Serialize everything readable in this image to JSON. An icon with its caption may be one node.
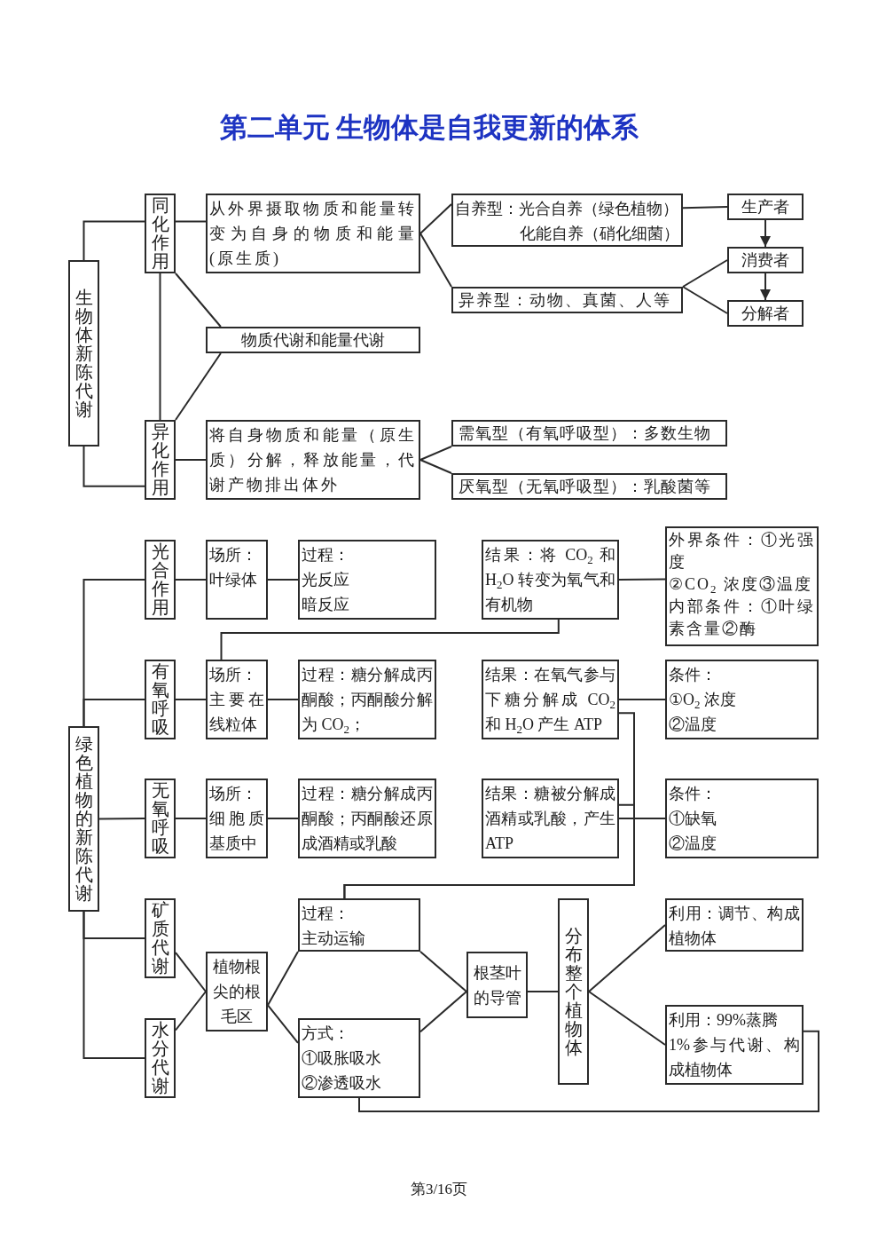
{
  "diagram": {
    "title": "第二单元 生物体是自我更新的体系",
    "nodes": [
      {
        "text": [
          "生物体新陈代谢"
        ]
      },
      {
        "text": [
          "同化作用"
        ]
      },
      {
        "text": [
          "从外界摄取物质和能量转变为自身的物质和能量(原生质)"
        ]
      },
      {
        "text": [
          "自养型：光合自养（绿色植物）",
          "化能自养（硝化细菌）"
        ]
      },
      {
        "text": [
          "生产者"
        ]
      },
      {
        "text": [
          "消费者"
        ]
      },
      {
        "text": [
          "异养型：动物、真菌、人等"
        ]
      },
      {
        "text": [
          "分解者"
        ]
      },
      {
        "text": [
          "物质代谢和能量代谢"
        ]
      },
      {
        "text": [
          "异化作用"
        ]
      },
      {
        "text": [
          "将自身物质和能量（原生质）分解，释放能量，代谢产物排出体外"
        ]
      },
      {
        "text": [
          "需氧型（有氧呼吸型）：多数生物"
        ]
      },
      {
        "text": [
          "厌氧型（无氧呼吸型）：乳酸菌等"
        ]
      },
      {
        "text": [
          "绿色植物的新陈代谢"
        ]
      },
      {
        "text": [
          "光合作用"
        ]
      },
      {
        "text": [
          "场所：",
          "叶绿体"
        ]
      },
      {
        "text": [
          "过程：",
          "光反应",
          "暗反应"
        ]
      },
      {
        "text": [
          "结果：将 CO$_{2}$ 和 H$_{2}$O 转变为氧气和有机物"
        ]
      },
      {
        "text": [
          "外界条件：①光强度",
          "②CO$_{2}$ 浓度③温度",
          "内部条件：①叶绿素含量②酶"
        ]
      },
      {
        "text": [
          "有氧呼吸"
        ]
      },
      {
        "text": [
          "场所：",
          "主要在线粒体"
        ]
      },
      {
        "text": [
          "过程：糖分解成丙酮酸；丙酮酸分解为 CO$_{2}$；"
        ]
      },
      {
        "text": [
          "结果：在氧气参与下糖分解成 CO$_{2}$ 和 H$_{2}$O 产生 ATP"
        ]
      },
      {
        "text": [
          "条件：",
          "①O$_{2}$ 浓度",
          "②温度"
        ]
      },
      {
        "text": [
          "无氧呼吸"
        ]
      },
      {
        "text": [
          "场所：",
          "细胞质基质中"
        ]
      },
      {
        "text": [
          "过程：糖分解成丙酮酸；丙酮酸还原成酒精或乳酸"
        ]
      },
      {
        "text": [
          "结果：糖被分解成酒精或乳酸，产生ATP"
        ]
      },
      {
        "text": [
          "条件：",
          "①缺氧",
          "②温度"
        ]
      },
      {
        "text": [
          "矿质代谢"
        ]
      },
      {
        "text": [
          "水分代谢"
        ]
      },
      {
        "text": [
          "植物根尖的根毛区"
        ]
      },
      {
        "text": [
          "过程：",
          "主动运输"
        ]
      },
      {
        "text": [
          "方式：",
          "①吸胀吸水",
          "②渗透吸水"
        ]
      },
      {
        "text": [
          "根茎叶的导管"
        ]
      },
      {
        "text": [
          "分布整个植物体"
        ]
      },
      {
        "text": [
          "利用：调节、构成植物体"
        ]
      },
      {
        "text": [
          "利用：99%蒸腾",
          "1%参与代谢、构成植物体"
        ]
      }
    ],
    "edges": [
      {
        "from": 0,
        "to": 1,
        "arrow": "none"
      },
      {
        "from": 0,
        "to": 9,
        "arrow": "none"
      },
      {
        "from": 1,
        "to": 2,
        "arrow": "none"
      },
      {
        "from": 1,
        "to": 9,
        "arrow": "none"
      },
      {
        "from": 1,
        "to": 8,
        "arrow": "none"
      },
      {
        "from": 9,
        "to": 8,
        "arrow": "none"
      },
      {
        "from": 2,
        "to": 3,
        "arrow": "none"
      },
      {
        "from": 2,
        "to": 6,
        "arrow": "none"
      },
      {
        "from": 3,
        "to": 4,
        "arrow": "none"
      },
      {
        "from": 4,
        "to": 5,
        "arrow": "to"
      },
      {
        "from": 5,
        "to": 7,
        "arrow": "to"
      },
      {
        "from": 6,
        "to": 5,
        "arrow": "none"
      },
      {
        "from": 6,
        "to": 7,
        "arrow": "none"
      },
      {
        "from": 9,
        "to": 10,
        "arrow": "none"
      },
      {
        "from": 10,
        "to": 11,
        "arrow": "none"
      },
      {
        "from": 10,
        "to": 12,
        "arrow": "none"
      },
      {
        "from": 13,
        "to": 14,
        "arrow": "none"
      },
      {
        "from": 13,
        "to": 19,
        "arrow": "none"
      },
      {
        "from": 13,
        "to": 24,
        "arrow": "none"
      },
      {
        "from": 13,
        "to": 29,
        "arrow": "none"
      },
      {
        "from": 13,
        "to": 30,
        "arrow": "none"
      },
      {
        "from": 14,
        "to": 15,
        "arrow": "none"
      },
      {
        "from": 15,
        "to": 16,
        "arrow": "none"
      },
      {
        "from": 17,
        "to": 18,
        "arrow": "none"
      },
      {
        "from": 17,
        "to": 20,
        "arrow": "none"
      },
      {
        "from": 19,
        "to": 20,
        "arrow": "none"
      },
      {
        "from": 20,
        "to": 21,
        "arrow": "none"
      },
      {
        "from": 22,
        "to": 23,
        "arrow": "none"
      },
      {
        "from": 22,
        "to": 32,
        "arrow": "none"
      },
      {
        "from": 24,
        "to": 25,
        "arrow": "none"
      },
      {
        "from": 25,
        "to": 26,
        "arrow": "none"
      },
      {
        "from": 27,
        "to": 28,
        "arrow": "none"
      },
      {
        "from": 27,
        "to": 32,
        "arrow": "none"
      },
      {
        "from": 29,
        "to": 31,
        "arrow": "none"
      },
      {
        "from": 30,
        "to": 31,
        "arrow": "none"
      },
      {
        "from": 31,
        "to": 32,
        "arrow": "none"
      },
      {
        "from": 31,
        "to": 33,
        "arrow": "none"
      },
      {
        "from": 32,
        "to": 34,
        "arrow": "none"
      },
      {
        "from": 33,
        "to": 34,
        "arrow": "none"
      },
      {
        "from": 34,
        "to": 35,
        "arrow": "none"
      },
      {
        "from": 35,
        "to": 36,
        "arrow": "none"
      },
      {
        "from": 35,
        "to": 37,
        "arrow": "none"
      },
      {
        "from": 37,
        "to": 33,
        "arrow": "none"
      }
    ],
    "labels": [
      "第3/16页"
    ]
  }
}
